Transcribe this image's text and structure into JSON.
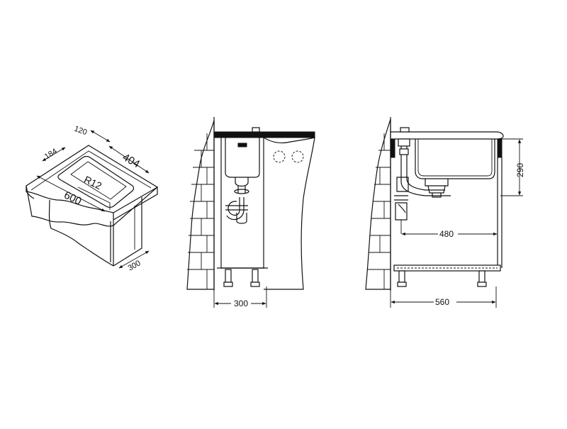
{
  "colors": {
    "line": "#111111",
    "background": "#ffffff"
  },
  "views": {
    "perspective": {
      "dims": {
        "top_depth": "120",
        "bowl_width": "184",
        "overall_depth": "404",
        "overall_width": "600",
        "corner_radius": "R12",
        "cabinet_depth": "300"
      }
    },
    "side": {
      "dims": {
        "cabinet_width": "300"
      }
    },
    "front": {
      "dims": {
        "bowl_depth": "290",
        "drain_offset": "480",
        "cabinet_width": "560"
      }
    }
  }
}
